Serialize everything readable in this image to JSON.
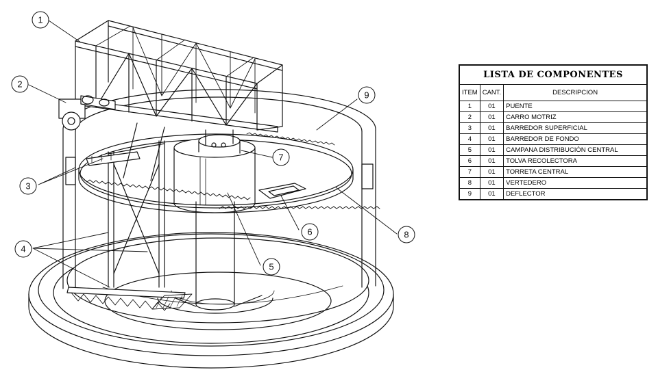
{
  "callouts": [
    "1",
    "2",
    "3",
    "4",
    "5",
    "6",
    "7",
    "8",
    "9"
  ],
  "table": {
    "title": "LISTA DE COMPONENTES",
    "headers": {
      "item": "ITEM",
      "qty": "CANT.",
      "desc": "DESCRIPCION"
    },
    "rows": [
      {
        "item": "1",
        "qty": "01",
        "desc": "PUENTE"
      },
      {
        "item": "2",
        "qty": "01",
        "desc": "CARRO MOTRIZ"
      },
      {
        "item": "3",
        "qty": "01",
        "desc": "BARREDOR SUPERFICIAL"
      },
      {
        "item": "4",
        "qty": "01",
        "desc": "BARREDOR DE FONDO"
      },
      {
        "item": "5",
        "qty": "01",
        "desc": "CAMPANA DISTRIBUCIÓN CENTRAL"
      },
      {
        "item": "6",
        "qty": "01",
        "desc": "TOLVA RECOLECTORA"
      },
      {
        "item": "7",
        "qty": "01",
        "desc": "TORRETA CENTRAL"
      },
      {
        "item": "8",
        "qty": "01",
        "desc": "VERTEDERO"
      },
      {
        "item": "9",
        "qty": "01",
        "desc": "DEFLECTOR"
      }
    ]
  },
  "colors": {
    "line": "#111111",
    "background": "#ffffff"
  }
}
